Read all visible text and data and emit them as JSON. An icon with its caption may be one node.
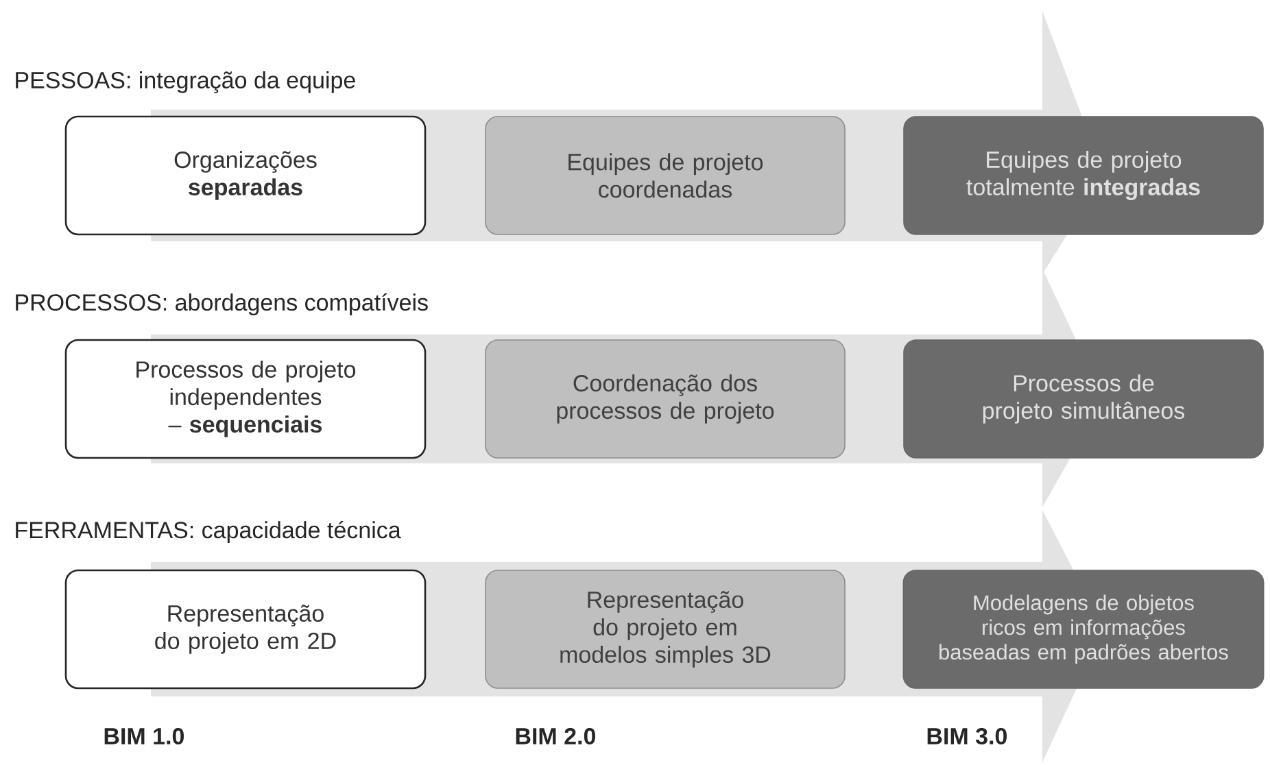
{
  "diagram": {
    "nodes": [
      {
        "text": [
          "PESSOAS: integração da equipe"
        ]
      },
      {
        "text": [
          "Organizações **separadas**"
        ]
      },
      {
        "text": [
          "Equipes de projeto coordenadas"
        ]
      },
      {
        "text": [
          "Equipes de projeto totalmente **integradas**"
        ]
      },
      {
        "text": [
          "PROCESSOS: abordagens compatíveis"
        ]
      },
      {
        "text": [
          "Processos de projeto independentes – **sequenciais**"
        ]
      },
      {
        "text": [
          "Coordenação dos processos de projeto"
        ]
      },
      {
        "text": [
          "Processos de projeto simultâneos"
        ]
      },
      {
        "text": [
          "FERRAMENTAS: capacidade técnica"
        ]
      },
      {
        "text": [
          "Representação do projeto em 2D"
        ]
      },
      {
        "text": [
          "Representação do projeto em modelos simples 3D"
        ]
      },
      {
        "text": [
          "Modelagens de objetos ricos em informações baseadas em padrões abertos"
        ]
      }
    ],
    "labels": [
      "BIM 1.0",
      "BIM 2.0",
      "BIM 3.0"
    ]
  }
}
